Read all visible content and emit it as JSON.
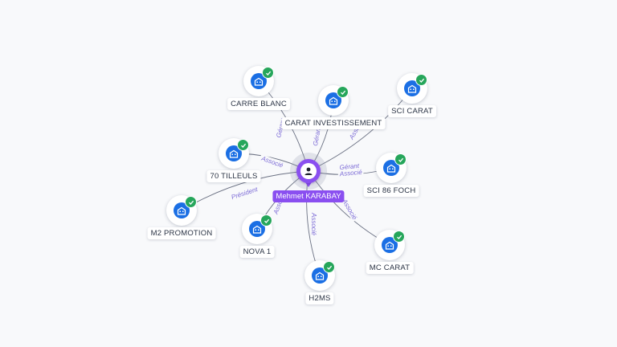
{
  "colors": {
    "accent": "#8a4ff0",
    "company": "#1b6fe4",
    "verified": "#26a65b",
    "edge": "#6b7183",
    "edge_label": "#7c6bd6"
  },
  "center": {
    "name": "Mehmet KARABAY",
    "icon": "person-icon"
  },
  "nodes": [
    {
      "id": "carre_blanc",
      "name": "CARRE BLANC",
      "icon": "building-icon",
      "verified": true
    },
    {
      "id": "carat_inv",
      "name": "CARAT INVESTISSEMENT",
      "icon": "building-icon",
      "verified": true
    },
    {
      "id": "sci_carat",
      "name": "SCI CARAT",
      "icon": "building-icon",
      "verified": true
    },
    {
      "id": "tilleuls",
      "name": "70 TILLEULS",
      "icon": "building-icon",
      "verified": true
    },
    {
      "id": "sci86",
      "name": "SCI 86 FOCH",
      "icon": "building-icon",
      "verified": true
    },
    {
      "id": "m2",
      "name": "M2 PROMOTION",
      "icon": "building-icon",
      "verified": true
    },
    {
      "id": "nova",
      "name": "NOVA 1",
      "icon": "building-icon",
      "verified": true
    },
    {
      "id": "mc",
      "name": "MC CARAT",
      "icon": "building-icon",
      "verified": true
    },
    {
      "id": "h2ms",
      "name": "H2MS",
      "icon": "building-icon",
      "verified": true
    }
  ],
  "edges": [
    {
      "to": "carre_blanc",
      "labels": [
        "Gérant"
      ]
    },
    {
      "to": "carat_inv",
      "labels": [
        "Gérant"
      ]
    },
    {
      "to": "sci_carat",
      "labels": [
        "Associé"
      ]
    },
    {
      "to": "tilleuls",
      "labels": [
        "Associé"
      ]
    },
    {
      "to": "sci86",
      "labels": [
        "Gérant",
        "Associé"
      ]
    },
    {
      "to": "m2",
      "labels": [
        "Président"
      ]
    },
    {
      "to": "nova",
      "labels": [
        "Associé"
      ]
    },
    {
      "to": "mc",
      "labels": [
        "Associé"
      ]
    },
    {
      "to": "h2ms",
      "labels": [
        "Associé"
      ]
    }
  ]
}
